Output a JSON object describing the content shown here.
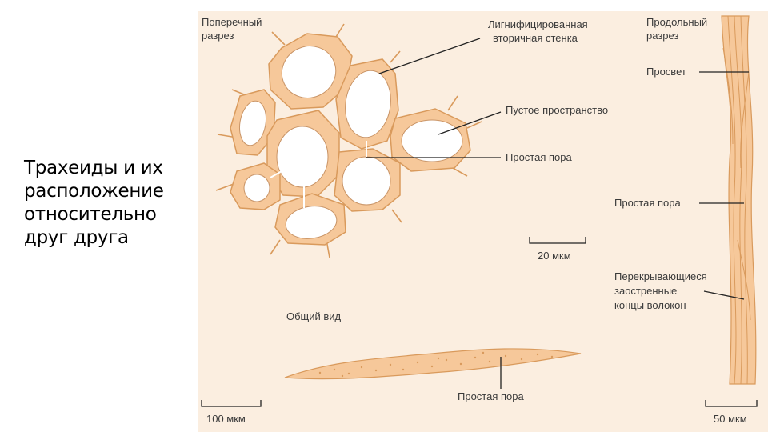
{
  "title_lines": [
    "Трахеиды и их",
    "расположение",
    "относительно",
    "друг друга"
  ],
  "labels": {
    "cross_section": [
      "Поперечный",
      "разрез"
    ],
    "lignified_wall": [
      "Лигнифицированная",
      "вторичная стенка"
    ],
    "longitudinal_section": [
      "Продольный",
      "разрез"
    ],
    "lumen": "Просвет",
    "empty_space": "Пустое пространство",
    "simple_pore_cross": "Простая пора",
    "simple_pore_long": "Простая пора",
    "overlapping_ends": [
      "Перекрывающиеся",
      "заостренные",
      "концы волокон"
    ],
    "general_view": "Общий вид",
    "simple_pore_fiber": "Простая пора",
    "scale_20": "20 мкм",
    "scale_100": "100 мкм",
    "scale_50": "50 мкм"
  },
  "colors": {
    "cell_wall": "#f6c89a",
    "cell_wall_stroke": "#d99a5c",
    "lumen": "#ffffff",
    "panel_background": "#fbeee0",
    "leader_line": "#222222"
  }
}
